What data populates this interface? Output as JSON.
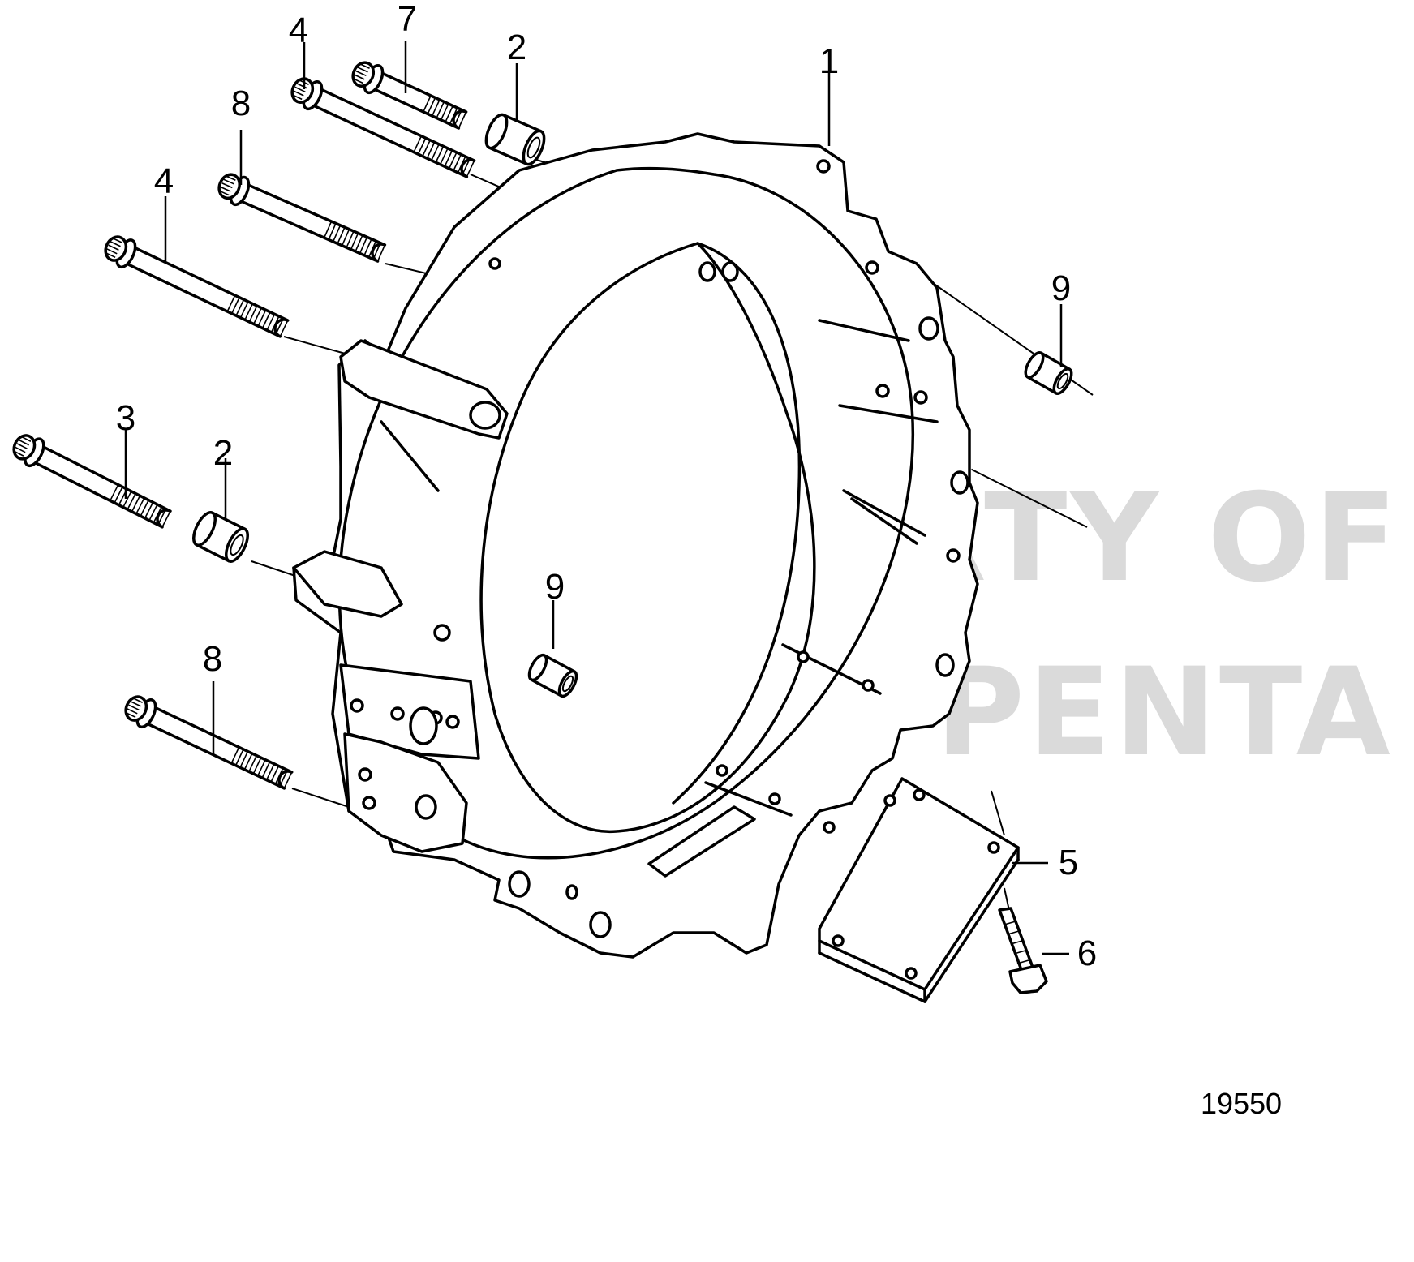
{
  "diagram": {
    "callouts": [
      {
        "id": "c1",
        "label": "1"
      },
      {
        "id": "c2a",
        "label": "2"
      },
      {
        "id": "c2b",
        "label": "2"
      },
      {
        "id": "c3",
        "label": "3"
      },
      {
        "id": "c4a",
        "label": "4"
      },
      {
        "id": "c4b",
        "label": "4"
      },
      {
        "id": "c5",
        "label": "5"
      },
      {
        "id": "c6",
        "label": "6"
      },
      {
        "id": "c7",
        "label": "7"
      },
      {
        "id": "c8a",
        "label": "8"
      },
      {
        "id": "c8b",
        "label": "8"
      },
      {
        "id": "c9a",
        "label": "9"
      },
      {
        "id": "c9b",
        "label": "9"
      }
    ],
    "figure_number": "19550",
    "watermark": [
      "PROPERTY OF",
      "VOLVO PENTA"
    ]
  }
}
